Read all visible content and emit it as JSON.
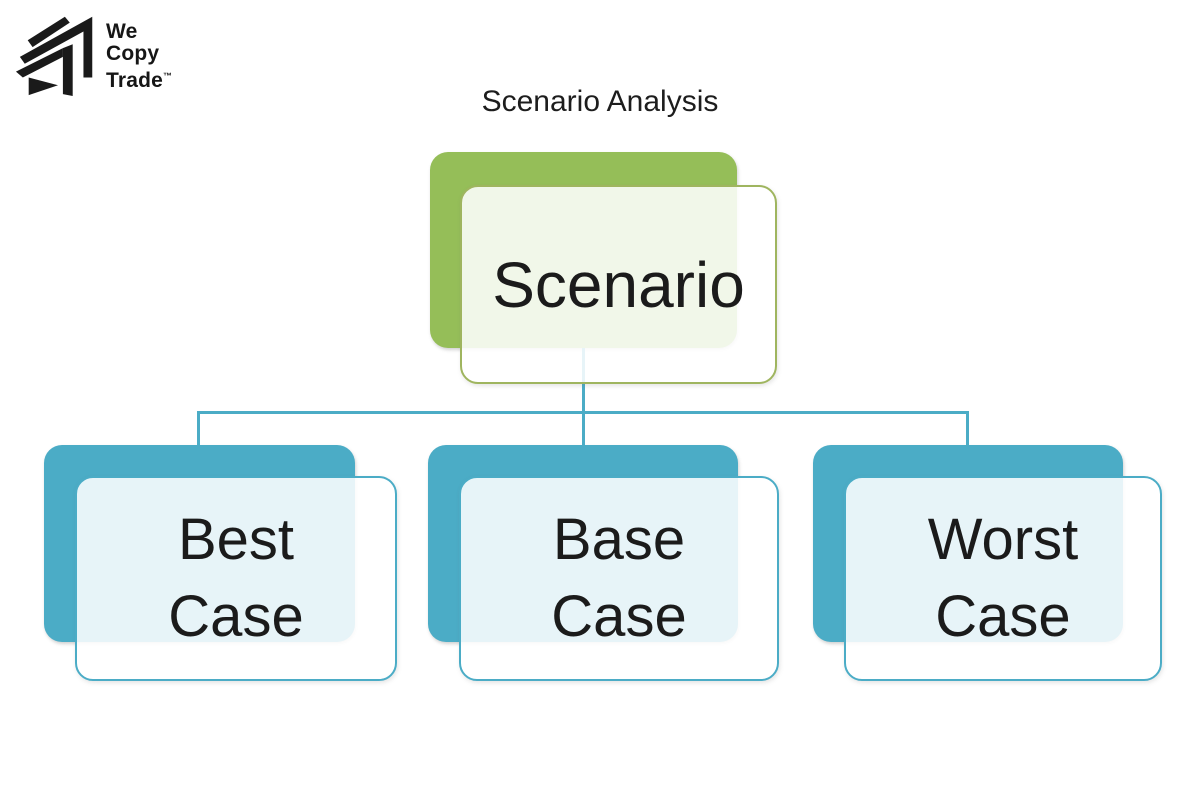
{
  "logo": {
    "line1": "We",
    "line2": "Copy",
    "line3": "Trade",
    "trademark": "™"
  },
  "title": "Scenario Analysis",
  "diagram": {
    "root": {
      "label": "Scenario"
    },
    "children": [
      {
        "label": "Best\nCase"
      },
      {
        "label": "Base\nCase"
      },
      {
        "label": "Worst\nCase"
      }
    ],
    "colors": {
      "root_fill": "#95BE58",
      "root_border": "#9FB55F",
      "child_fill": "#4BACC6",
      "child_border": "#4BACC6",
      "connector": "#4BACC6",
      "panel_overlay": "rgba(255,255,255,0.87)",
      "text": "#1B1B1B"
    }
  }
}
